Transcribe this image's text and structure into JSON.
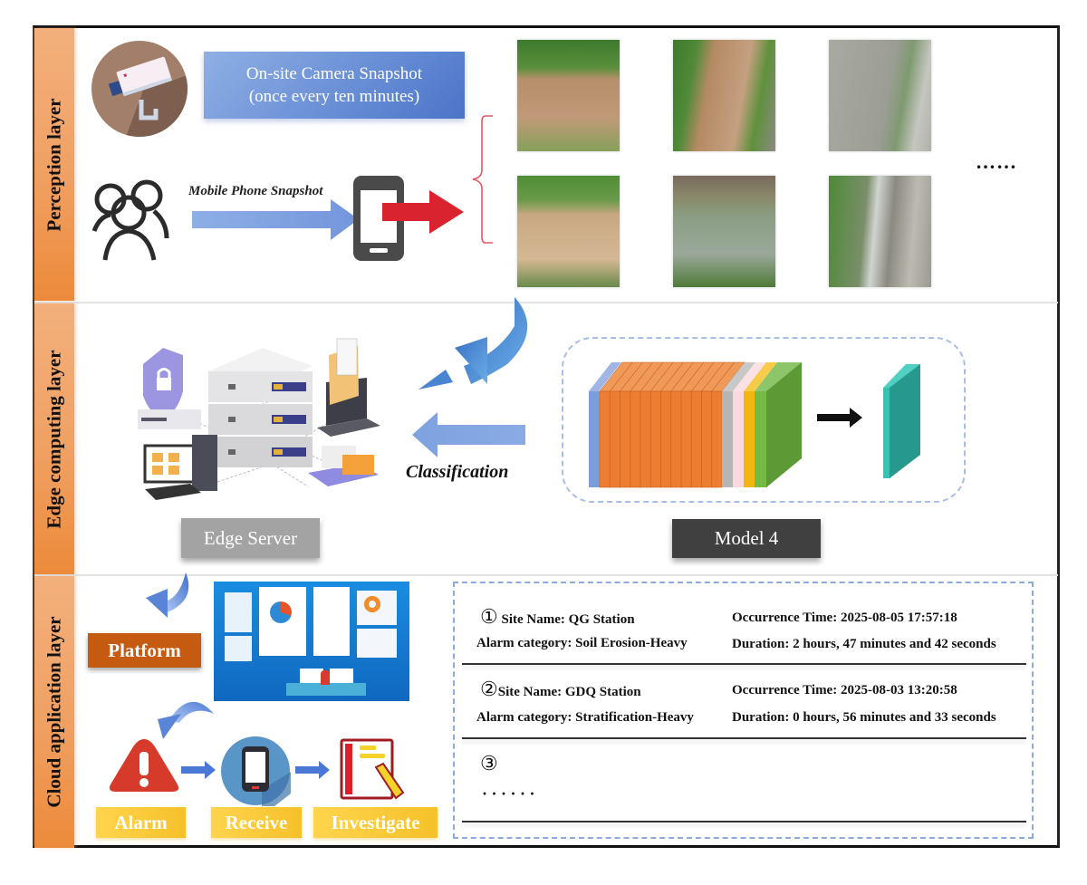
{
  "layers": {
    "perception": "Perception layer",
    "edge": "Edge computing layer",
    "cloud": "Cloud application layer"
  },
  "perception": {
    "camera_banner_line1": "On-site Camera Snapshot",
    "camera_banner_line2": "(once every ten minutes)",
    "mobile_label": "Mobile Phone Snapshot",
    "ellipsis": "……",
    "photos": [
      {
        "desc": "muddy river with green banks"
      },
      {
        "desc": "turbid brown stream beside wall"
      },
      {
        "desc": "gray-green water by concrete bank"
      },
      {
        "desc": "muddy reservoir with bridge"
      },
      {
        "desc": "green river through village"
      },
      {
        "desc": "weir with wall and road"
      }
    ]
  },
  "edge": {
    "classification_label": "Classification",
    "server_label": "Edge Server",
    "model_label": "Model 4"
  },
  "cloud": {
    "platform_label": "Platform",
    "flow": [
      "Alarm",
      "Receive",
      "Investigate"
    ],
    "alarms": [
      {
        "index": "①",
        "site": "Site Name: QG Station",
        "category": "Alarm category: Soil Erosion-Heavy",
        "time": "Occurrence Time: 2025-08-05 17:57:18",
        "duration": "Duration: 2 hours, 47 minutes and 42 seconds"
      },
      {
        "index": "②",
        "site": "Site Name: GDQ Station",
        "category": "Alarm category: Stratification-Heavy",
        "time": "Occurrence Time: 2025-08-03 13:20:58",
        "duration": "Duration: 0 hours, 56 minutes and 33 seconds"
      },
      {
        "index": "③",
        "more": "· · · · · ·"
      }
    ]
  },
  "colors": {
    "layer_bar": "#f0a062",
    "banner_blue": "#5f86d2",
    "platform": "#c55a11",
    "flow_label": "#f6c12a",
    "alarm_red": "#d63a2a",
    "model_orange": "#ed7d31",
    "model_green": "#5b9a35",
    "output_teal": "#26998c"
  }
}
